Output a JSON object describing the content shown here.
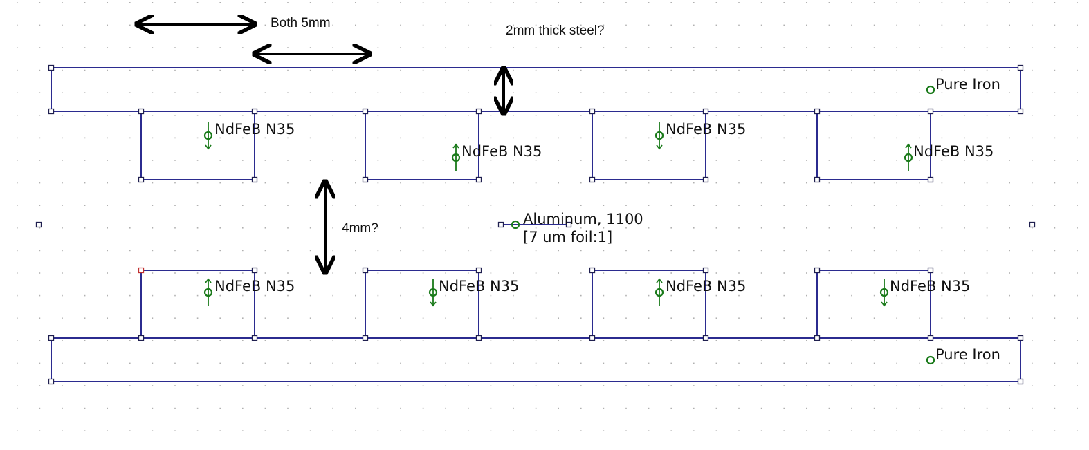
{
  "colors": {
    "outline": "#2b2b8f",
    "node": "#1f1f4f",
    "marker": "#1a7a1a",
    "grid": "#b0b0b0",
    "annotation": "#000000",
    "text": "#111111"
  },
  "materials": {
    "pure_iron": "Pure Iron",
    "ndfeb": "NdFeB N35",
    "aluminum_name": "Aluminum, 1100",
    "aluminum_props": "[7 um foil:1]"
  },
  "annotations": {
    "width_note": "Both 5mm",
    "thickness_note": "2mm thick steel?",
    "gap_note": "4mm?"
  },
  "magnets": {
    "top_row": [
      "down",
      "up",
      "down",
      "up"
    ],
    "bottom_row": [
      "up",
      "down",
      "up",
      "down"
    ]
  }
}
